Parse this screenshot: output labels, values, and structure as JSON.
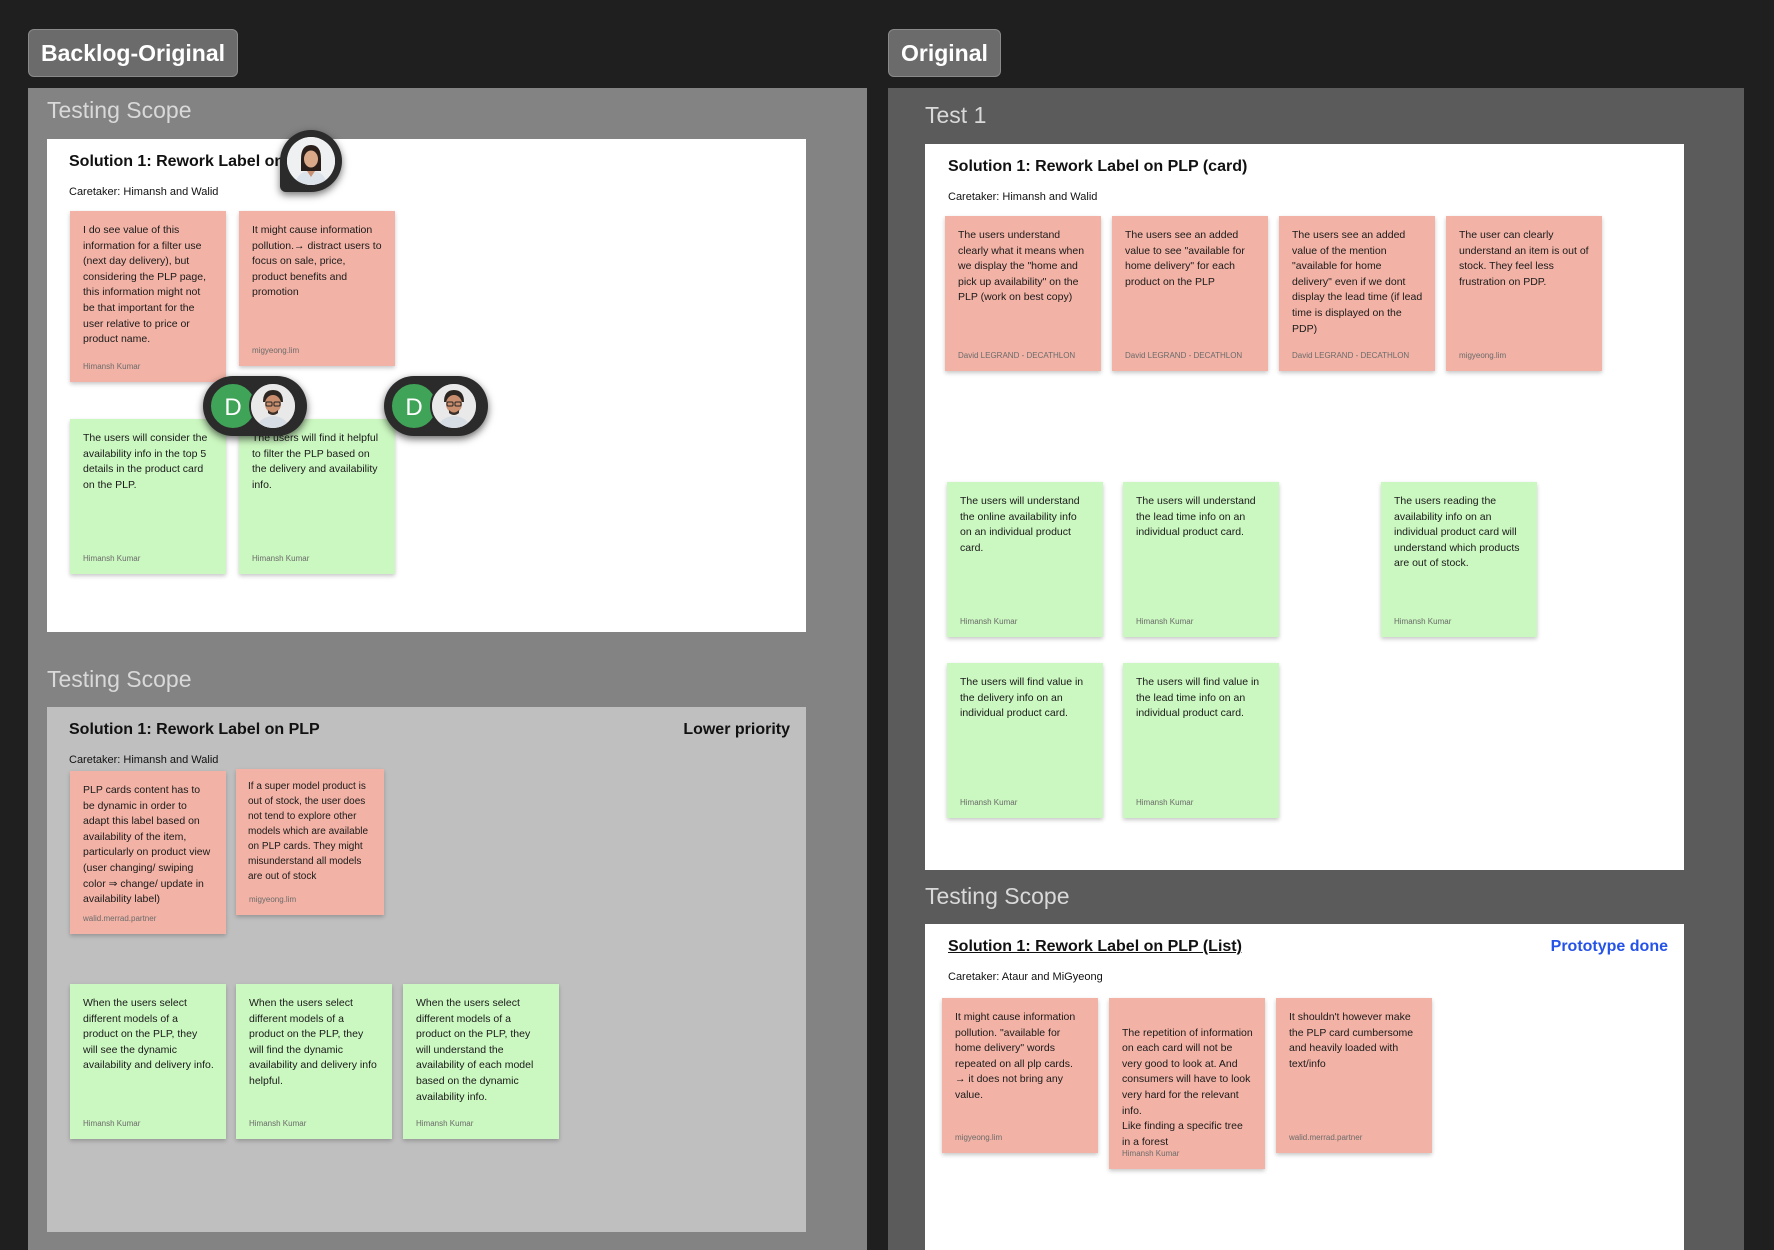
{
  "left_frame": {
    "tag": "Backlog-Original",
    "section1": {
      "title": "Testing Scope",
      "board_title": "Solution 1: Rework Label on",
      "caretaker": "Caretaker: Himansh and Walid",
      "notes": [
        {
          "text": "I do see value of this information for a filter use (next day delivery), but considering the PLP page, this information might not be that important for the user relative to price or product name.",
          "author": "Himansh Kumar"
        },
        {
          "text": "It might cause information pollution.→ distract users to focus on sale, price, product benefits and promotion",
          "author": "migyeong.lim"
        },
        {
          "text": "The users will consider the availability info in the top 5 details in the product card on the PLP.",
          "author": "Himansh Kumar"
        },
        {
          "text": "The users will find it helpful to filter the PLP based on the delivery and availability info.",
          "author": "Himansh Kumar"
        }
      ],
      "avatar_letter_1": "D",
      "avatar_letter_2": "D"
    },
    "section2": {
      "title": "Testing Scope",
      "board_title": "Solution 1: Rework Label on PLP",
      "priority": "Lower priority",
      "caretaker": "Caretaker: Himansh and Walid",
      "notes": [
        {
          "text": "PLP cards content has to be dynamic in order to adapt this label based on availability of the item, particularly on product view (user changing/ swiping color ⇒ change/ update in availability label)",
          "author": "walid.merrad.partner"
        },
        {
          "text": "If a super model product is out of stock, the user does not tend to explore other models which are available on PLP cards. They might misunderstand all models are out of stock",
          "author": "migyeong.lim"
        },
        {
          "text": "When the users select different models of a product on the PLP, they will see the dynamic availability and delivery info.",
          "author": "Himansh Kumar"
        },
        {
          "text": "When the users select different models of a product on the PLP, they will find the dynamic availability and delivery info helpful.",
          "author": "Himansh Kumar"
        },
        {
          "text": "When the users select different models of a product on the PLP, they will understand the availability of each model based on the dynamic availability info.",
          "author": "Himansh Kumar"
        }
      ]
    }
  },
  "right_frame": {
    "tag": "Original",
    "section1": {
      "title": "Test 1",
      "board_title": "Solution 1: Rework Label on PLP (card)",
      "caretaker": "Caretaker: Himansh and Walid",
      "notes": [
        {
          "text": "The users understand clearly what it means when we display the \"home and pick up availability\" on the PLP (work on best copy)",
          "author": "David LEGRAND - DECATHLON"
        },
        {
          "text": "The users see an added value to see \"available for home delivery\" for each product on the PLP",
          "author": "David LEGRAND - DECATHLON"
        },
        {
          "text": "The users see an added value of the mention \"available for home delivery\" even if we dont display the lead time (if lead time is displayed on the PDP)",
          "author": "David LEGRAND - DECATHLON"
        },
        {
          "text": "The user can clearly understand an item is out of stock. They feel less frustration on PDP.",
          "author": "migyeong.lim"
        },
        {
          "text": "The users will understand the online availability info on an individual product card.",
          "author": "Himansh Kumar"
        },
        {
          "text": "The users will understand the lead time info on an individual product card.",
          "author": "Himansh Kumar"
        },
        {
          "text": "The users reading the availability info on an individual product card will understand which products are out of stock.",
          "author": "Himansh Kumar"
        },
        {
          "text": "The users will find value in the delivery info on an individual product card.",
          "author": "Himansh Kumar"
        },
        {
          "text": "The users will find value in the lead time info on an individual product card.",
          "author": "Himansh Kumar"
        }
      ]
    },
    "section2": {
      "title": "Testing Scope",
      "board_title": "Solution 1: Rework Label on PLP (List)",
      "status": "Prototype done",
      "caretaker": "Caretaker: Ataur and MiGyeong",
      "notes": [
        {
          "text": "It might cause information pollution. \"available for home delivery\" words repeated on all plp cards. → it does not bring any value.",
          "author": "migyeong.lim"
        },
        {
          "text": "The repetition of information on each card will not be very good to look at. And consumers will have to look very hard for the relevant info.\nLike finding a specific tree in a forest",
          "author": "Himansh Kumar"
        },
        {
          "text": "It shouldn't however make the PLP card cumbersome and heavily loaded with text/info",
          "author": "walid.merrad.partner"
        }
      ]
    }
  },
  "colors": {
    "canvas": "#1f1f1f",
    "left_frame_bg": "#838383",
    "right_frame_bg": "#5b5b5b",
    "red_sticky": "#f2b3a6",
    "green_sticky": "#cbf7c0",
    "status_blue": "#2553e8"
  }
}
